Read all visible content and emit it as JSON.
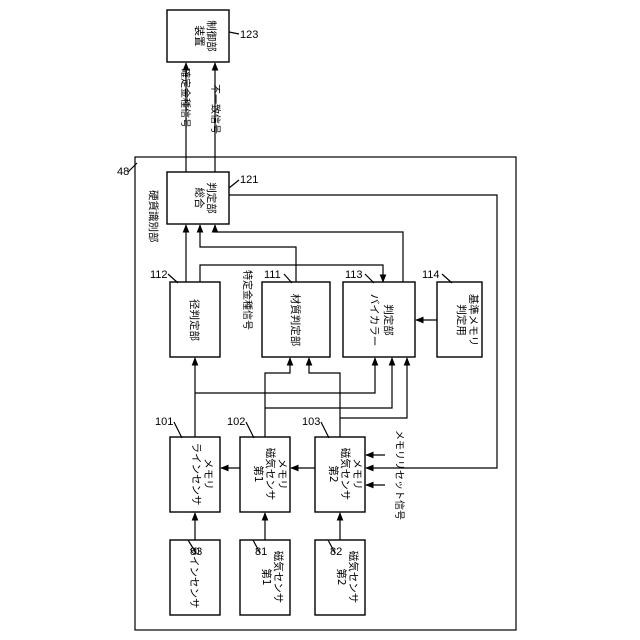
{
  "frame_ref": "48",
  "frame_title": "硬貨識別部",
  "blocks": {
    "device_control": {
      "lines": [
        "装置",
        "制御部"
      ],
      "ref": "123"
    },
    "overall": {
      "lines": [
        "総合",
        "判定部"
      ],
      "ref": "121"
    },
    "diameter": {
      "lines": [
        "径判定部"
      ],
      "ref": "112"
    },
    "material": {
      "lines": [
        "材質判定部"
      ],
      "ref": "111"
    },
    "bicolor": {
      "lines": [
        "バイカラー",
        "判定部"
      ],
      "ref": "113"
    },
    "ref_memory": {
      "lines": [
        "判定用",
        "基準メモリ"
      ],
      "ref": "114"
    },
    "line_memory": {
      "lines": [
        "ラインセンサ",
        "メモリ"
      ],
      "ref": "101"
    },
    "mag1_memory": {
      "lines": [
        "第1",
        "磁気センサ",
        "メモリ"
      ],
      "ref": "102"
    },
    "mag2_memory": {
      "lines": [
        "第2",
        "磁気センサ",
        "メモリ"
      ],
      "ref": "103"
    },
    "line_sensor": {
      "lines": [
        "ラインセンサ"
      ],
      "ref": "83"
    },
    "mag1_sensor": {
      "lines": [
        "第1",
        "磁気センサ"
      ],
      "ref": "81"
    },
    "mag2_sensor": {
      "lines": [
        "第2",
        "磁気センサ"
      ],
      "ref": "82"
    }
  },
  "signals": {
    "confirmed_denomination": "確定金種信号",
    "mismatch": "不一致信号",
    "specific_denomination": "特定金種信号",
    "memory_reset": "メモリリセット信号"
  }
}
